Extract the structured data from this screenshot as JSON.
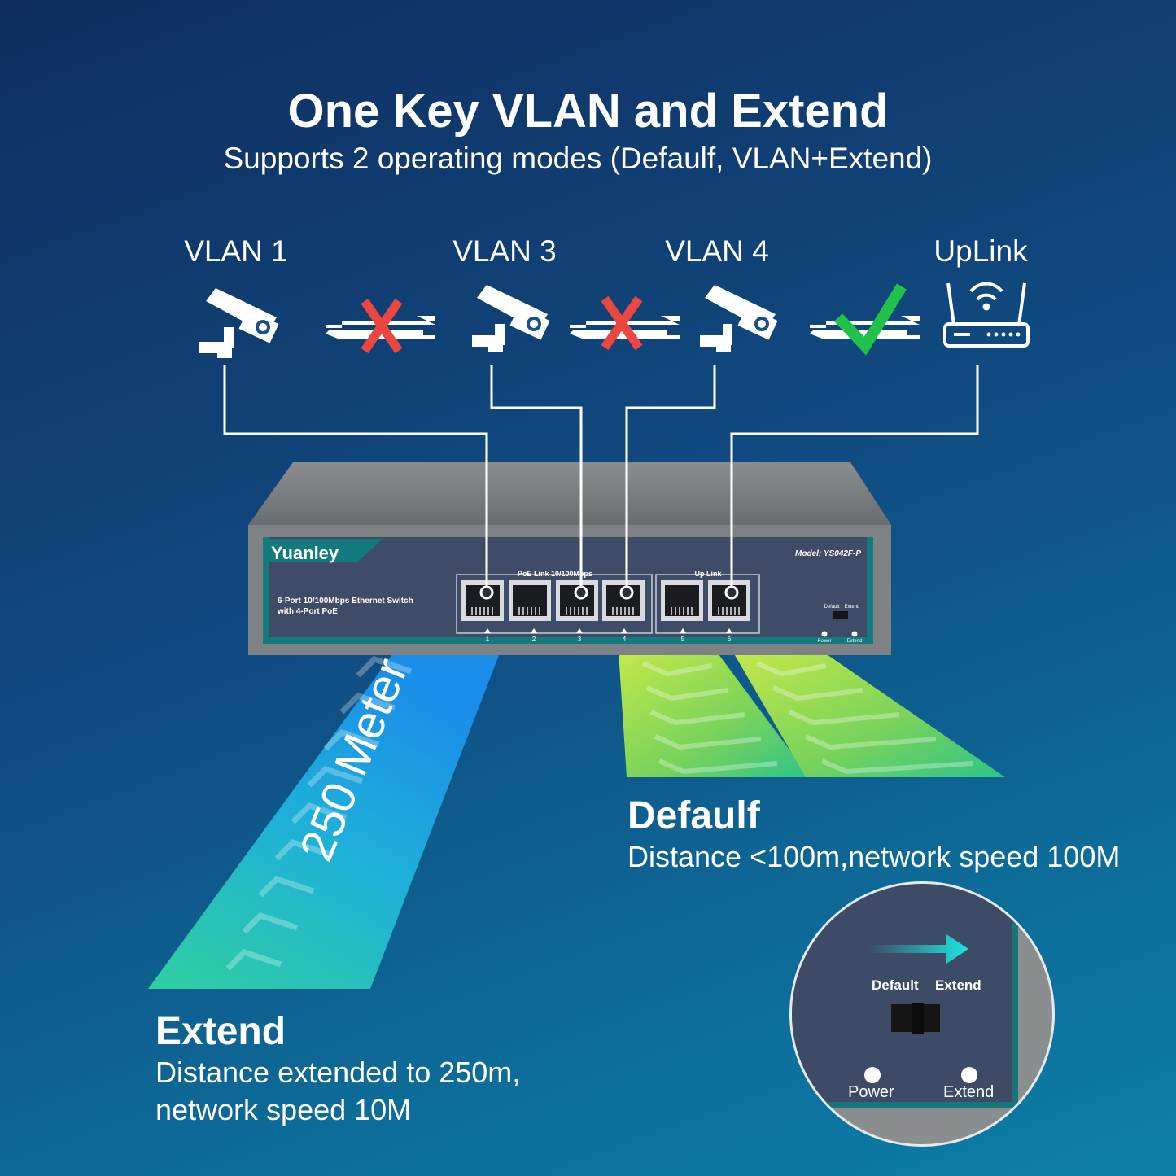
{
  "title": "One Key VLAN and Extend",
  "subtitle": "Supports 2 operating modes (Defaulf, VLAN+Extend)",
  "devices": [
    {
      "label": "VLAN 1",
      "icon": "security-camera-icon"
    },
    {
      "label": "VLAN 3",
      "icon": "security-camera-icon"
    },
    {
      "label": "VLAN 4",
      "icon": "security-camera-icon"
    },
    {
      "label": "UpLink",
      "icon": "router-icon"
    }
  ],
  "links": [
    {
      "between": "VLAN 1 - VLAN 3",
      "status": "blocked",
      "icon": "cross-icon",
      "color": "#e8423f"
    },
    {
      "between": "VLAN 3 - VLAN 4",
      "status": "blocked",
      "icon": "cross-icon",
      "color": "#e8423f"
    },
    {
      "between": "VLAN 4 - UpLink",
      "status": "allowed",
      "icon": "check-icon",
      "color": "#22c24a"
    }
  ],
  "switch": {
    "brand": "Yuanley",
    "model": "Model: YS042F-P",
    "description_line1": "6-Port 10/100Mbps Ethernet Switch",
    "description_line2": "with 4-Port PoE",
    "poe_group_label": "PoE  Link 10/100Mbps",
    "uplink_group_label": "Up  Link",
    "port_numbers": [
      "1",
      "2",
      "3",
      "4",
      "5",
      "6"
    ],
    "switch_left": "Default",
    "switch_right": "Extend",
    "led_power": "Power",
    "led_extend": "Extend"
  },
  "extend_mode": {
    "badge": "250 Meter",
    "title": "Extend",
    "desc_line1": "Distance extended to 250m,",
    "desc_line2": "network speed 10M",
    "color": "#1fb8e0"
  },
  "default_mode": {
    "title": "Defaulf",
    "desc": "Distance <100m,network speed 100M",
    "color": "#8fd44a"
  },
  "zoom": {
    "switch_left": "Default",
    "switch_right": "Extend",
    "led_power": "Power",
    "led_extend": "Extend"
  }
}
